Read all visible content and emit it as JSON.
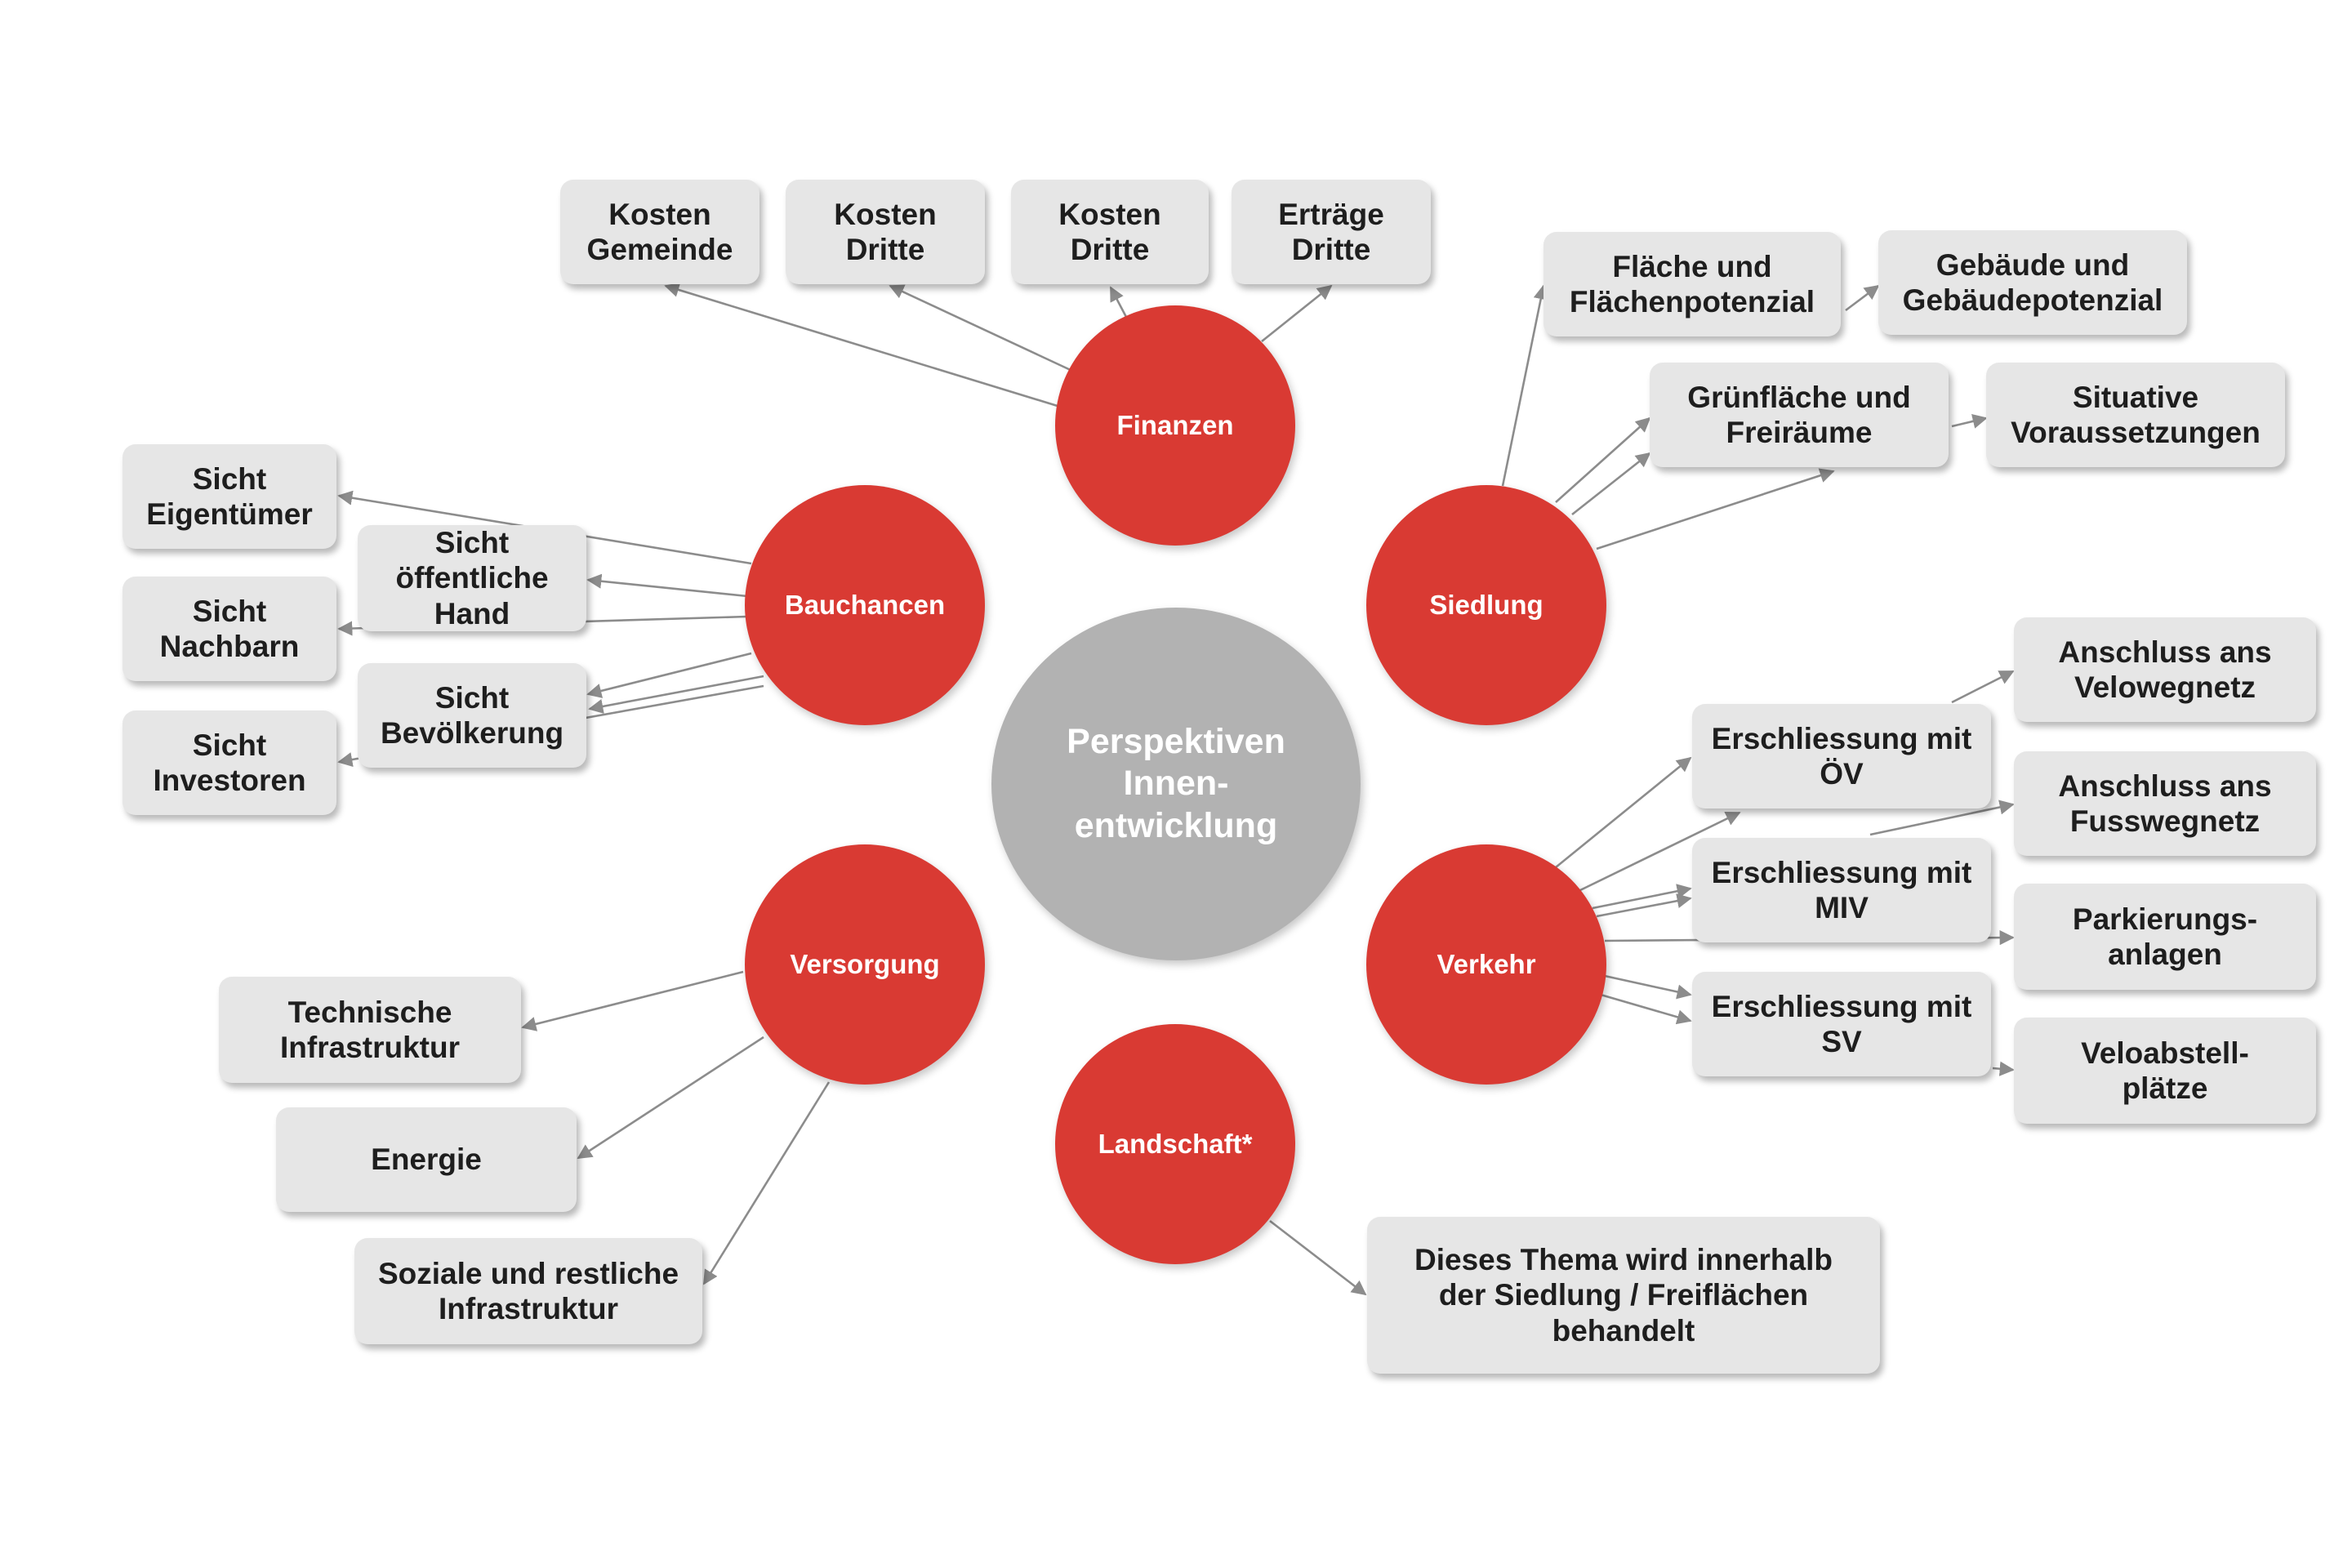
{
  "colors": {
    "hub": "#d93a33",
    "center": "#b2b2b2",
    "box": "#e6e6e6",
    "connector": "#8c8c8c"
  },
  "center": {
    "label": "Perspektiven\nInnen-\nentwicklung"
  },
  "hubs": {
    "finanzen": "Finanzen",
    "bauchancen": "Bauchancen",
    "siedlung": "Siedlung",
    "verkehr": "Verkehr",
    "versorgung": "Versorgung",
    "landschaft": "Landschaft*"
  },
  "boxes": {
    "kosten_gemeinde": "Kosten\nGemeinde",
    "kosten_dritte_1": "Kosten\nDritte",
    "kosten_dritte_2": "Kosten\nDritte",
    "ertraege_dritte": "Erträge\nDritte",
    "sicht_eigentuemer": "Sicht\nEigentümer",
    "sicht_oeffentliche_hand": "Sicht\nöffentliche\nHand",
    "sicht_nachbarn": "Sicht\nNachbarn",
    "sicht_bevoelkerung": "Sicht\nBevölkerung",
    "sicht_investoren": "Sicht\nInvestoren",
    "flaeche": "Fläche und\nFlächenpotenzial",
    "gebaeude": "Gebäude und\nGebäudepotenzial",
    "gruenflaeche": "Grünfläche und\nFreiräume",
    "situative": "Situative\nVoraussetzungen",
    "anschluss_velo": "Anschluss ans\nVelowegnetz",
    "erschliessung_oev": "Erschliessung mit\nÖV",
    "anschluss_fuss": "Anschluss ans\nFusswegnetz",
    "erschliessung_miv": "Erschliessung mit\nMIV",
    "parkierung": "Parkierungs-\nanlagen",
    "erschliessung_sv": "Erschliessung mit\nSV",
    "veloabstell": "Veloabstell-\nplätze",
    "technische": "Technische\nInfrastruktur",
    "energie": "Energie",
    "soziale": "Soziale und restliche\nInfrastruktur",
    "dieses_thema": "Dieses Thema wird innerhalb\nder Siedlung / Freiflächen\nbehandelt"
  }
}
